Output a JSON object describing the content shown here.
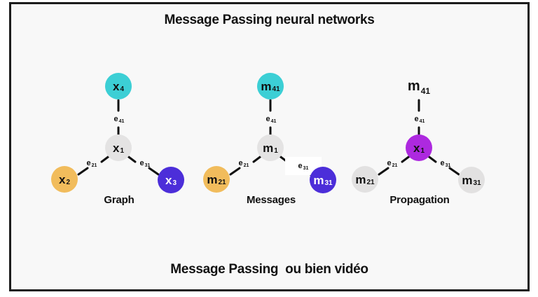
{
  "title": "Message Passing neural networks",
  "footer": "Message Passing  ou bien vidéo",
  "frame": {
    "background": "#f8f8f8",
    "border_color": "#1c1c1c"
  },
  "colors": {
    "cyan": "#3ccfd5",
    "gray": "#e4e3e3",
    "orange": "#f1bc5c",
    "indigo": "#4c2ed9",
    "magenta": "#ad29df",
    "light_gray": "#e2e1e1",
    "line": "#111111"
  },
  "graphs": [
    {
      "caption": "Graph",
      "nodes": {
        "top": {
          "label": "x",
          "sub": "4",
          "fill": "#3ccfd5",
          "text": "#111111",
          "circle": true
        },
        "center": {
          "label": "x",
          "sub": "1",
          "fill": "#e4e3e3",
          "text": "#111111",
          "circle": true
        },
        "left": {
          "label": "x",
          "sub": "2",
          "fill": "#f1bc5c",
          "text": "#111111",
          "circle": true
        },
        "right": {
          "label": "x",
          "sub": "3",
          "fill": "#4c2ed9",
          "text": "#ffffff",
          "circle": true
        }
      },
      "edges": {
        "top": {
          "label": "e",
          "sub": "41",
          "boxed": false
        },
        "left": {
          "label": "e",
          "sub": "21",
          "boxed": false
        },
        "right": {
          "label": "e",
          "sub": "31",
          "boxed": false
        }
      }
    },
    {
      "caption": "Messages",
      "nodes": {
        "top": {
          "label": "m",
          "sub": "41",
          "fill": "#3ccfd5",
          "text": "#111111",
          "circle": true
        },
        "center": {
          "label": "m",
          "sub": "1",
          "fill": "#e4e3e3",
          "text": "#111111",
          "circle": true
        },
        "left": {
          "label": "m",
          "sub": "21",
          "fill": "#f1bc5c",
          "text": "#111111",
          "circle": true
        },
        "right": {
          "label": "m",
          "sub": "31",
          "fill": "#4c2ed9",
          "text": "#ffffff",
          "circle": true
        }
      },
      "edges": {
        "top": {
          "label": "e",
          "sub": "41",
          "boxed": false
        },
        "left": {
          "label": "e",
          "sub": "21",
          "boxed": false
        },
        "right": {
          "label": "e",
          "sub": "31",
          "boxed": true
        }
      }
    },
    {
      "caption": "Propagation",
      "nodes": {
        "top": {
          "label": "m",
          "sub": "41",
          "fill": "",
          "text": "#111111",
          "circle": false
        },
        "center": {
          "label": "x",
          "sub": "1",
          "fill": "#ad29df",
          "text": "#111111",
          "circle": true
        },
        "left": {
          "label": "m",
          "sub": "21",
          "fill": "#e2e1e1",
          "text": "#111111",
          "circle": true
        },
        "right": {
          "label": "m",
          "sub": "31",
          "fill": "#e2e1e1",
          "text": "#111111",
          "circle": true
        }
      },
      "edges": {
        "top": {
          "label": "e",
          "sub": "41",
          "boxed": false
        },
        "left": {
          "label": "e",
          "sub": "21",
          "boxed": false
        },
        "right": {
          "label": "e",
          "sub": "31",
          "boxed": false
        }
      }
    }
  ]
}
